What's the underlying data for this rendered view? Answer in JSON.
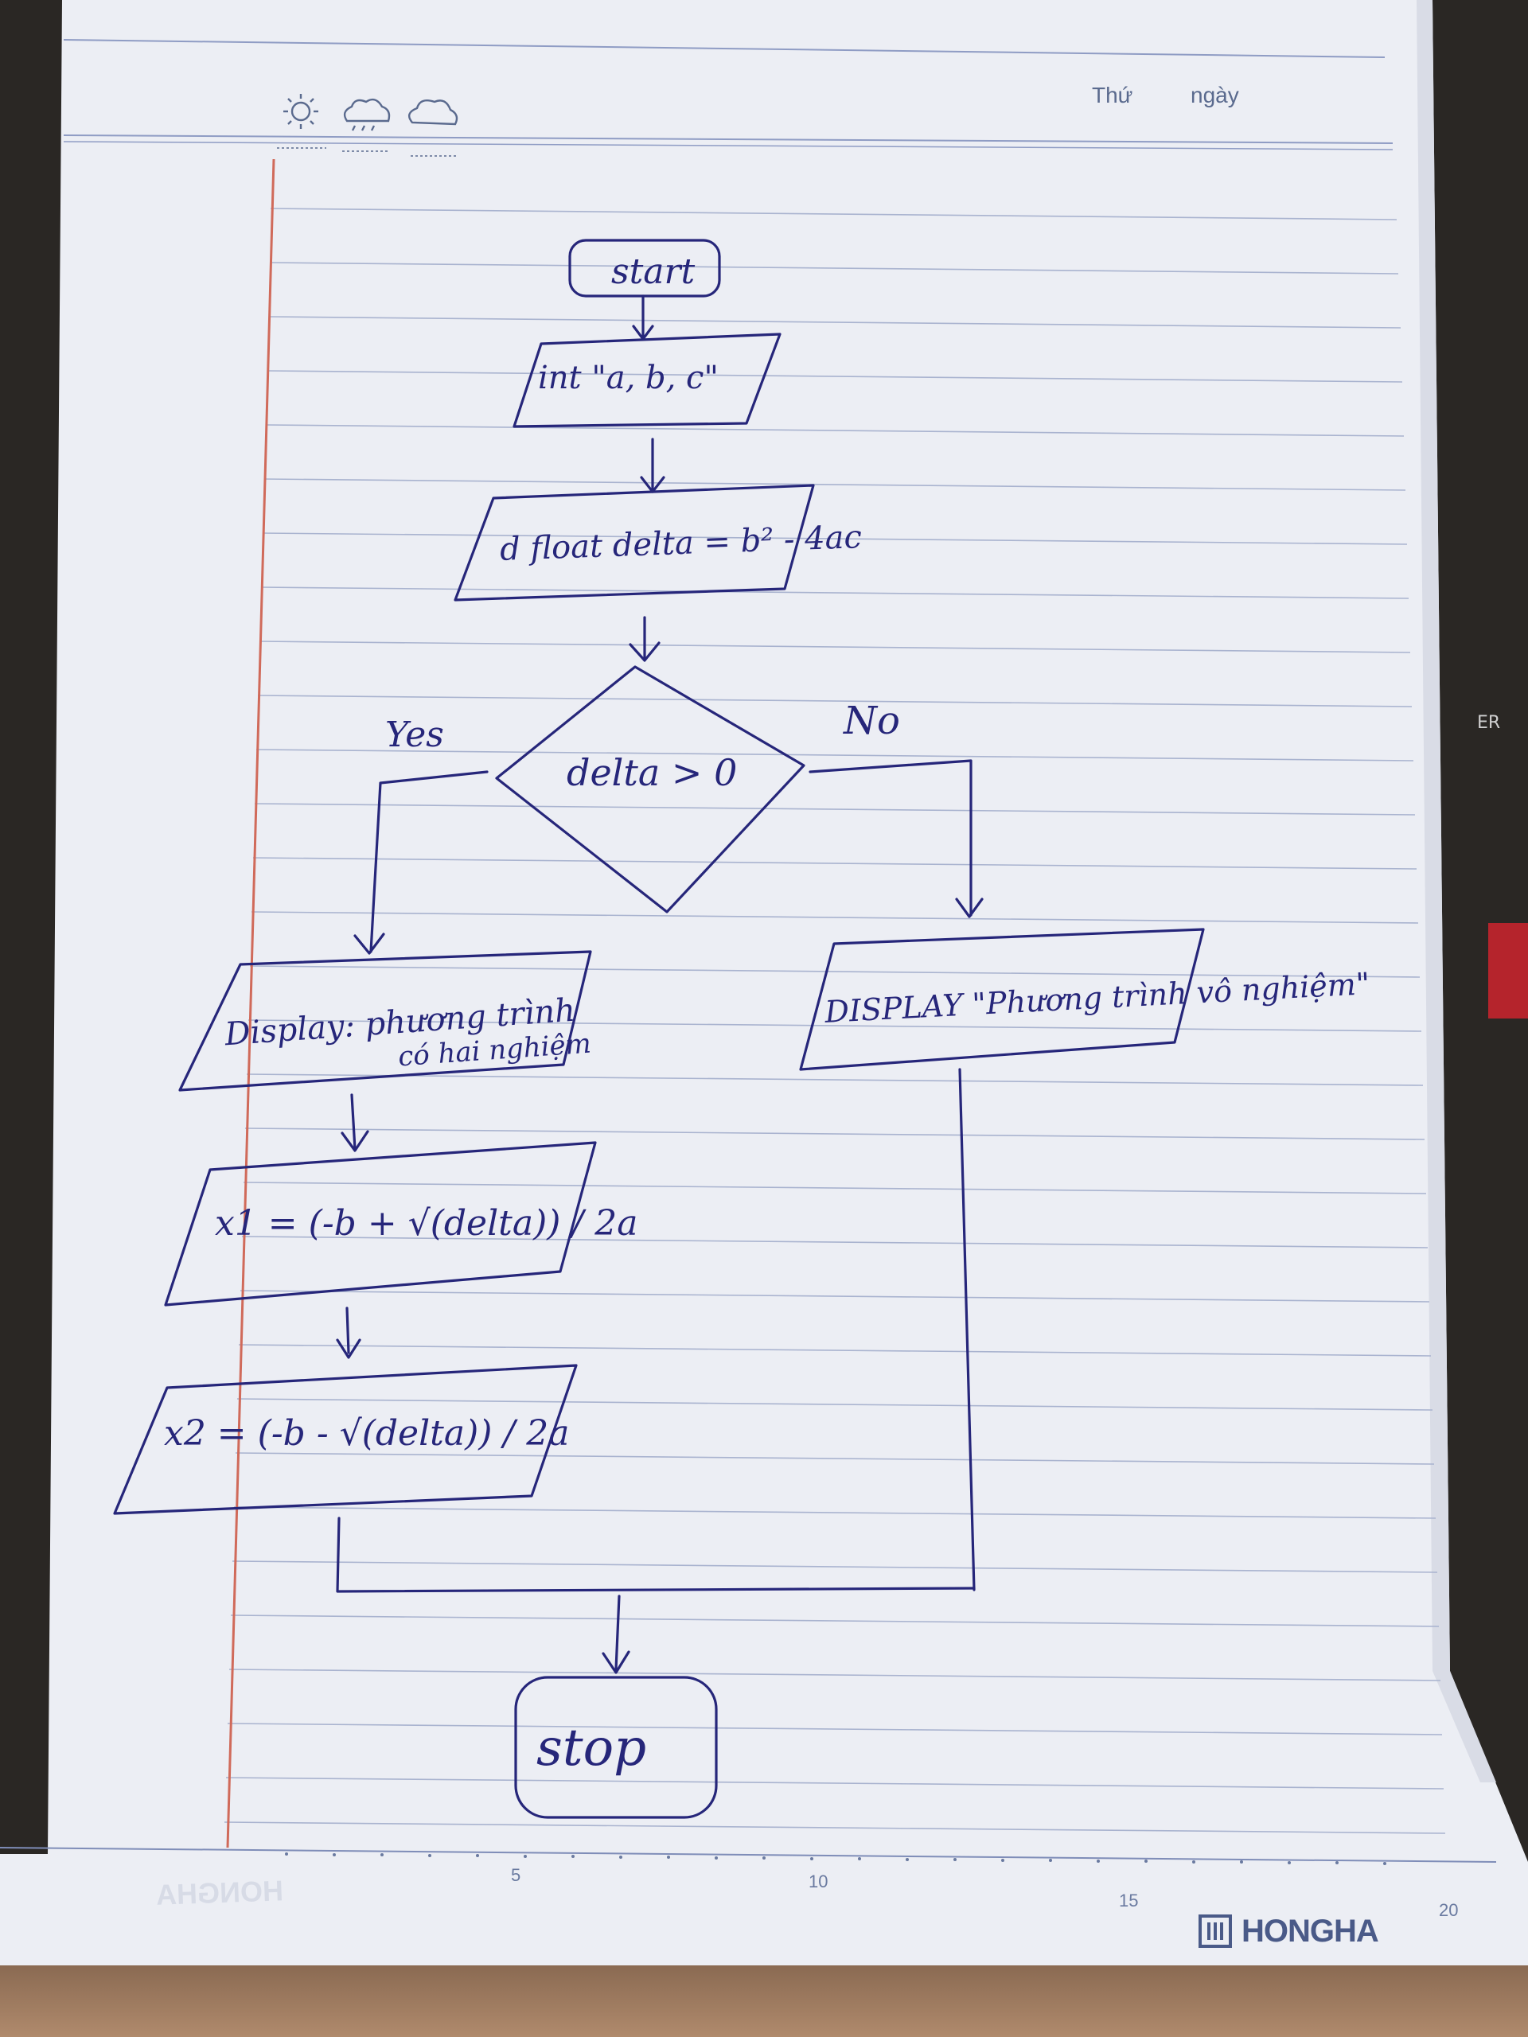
{
  "page_header": {
    "day_label": "Thứ",
    "date_label": "ngày",
    "weather_icons": [
      "sun-icon",
      "rain-cloud-icon",
      "cloud-icon"
    ]
  },
  "flowchart": {
    "start": "start",
    "input": "int \"a, b, c\"",
    "process": "d float delta = b² - 4ac",
    "decision": "delta > 0",
    "yes_label": "Yes",
    "no_label": "No",
    "display_yes_line1": "Display: phương trình",
    "display_yes_line2": "có hai nghiệm",
    "display_no": "DISPLAY \"Phương trình vô nghiệm\"",
    "x1": "x1 = (-b + √(delta)) / 2a",
    "x2": "x2 = (-b - √(delta)) / 2a",
    "stop": "stop"
  },
  "ruler_marks": [
    "5",
    "10",
    "15",
    "20"
  ],
  "brand": "HONGHA",
  "laptop_text": "ER",
  "colors": {
    "ink": "#26267a",
    "paper": "#eceef4",
    "rule_line": "#a9b3cf",
    "margin_line": "#d06a5a"
  }
}
